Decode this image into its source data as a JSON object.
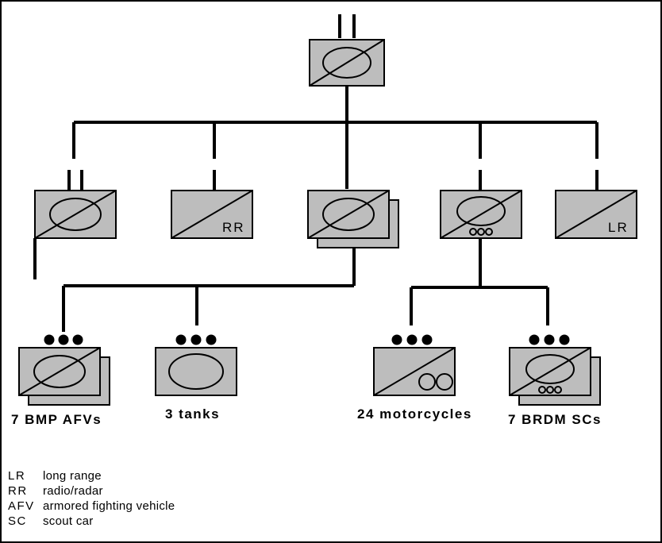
{
  "nodes": {
    "node_rr": {
      "label": "RR"
    },
    "node_lr": {
      "label": "LR"
    }
  },
  "units": {
    "bmp": "7 BMP AFVs",
    "tanks": "3 tanks",
    "motorcycles": "24 motorcycles",
    "brdm": "7 BRDM SCs"
  },
  "legend": [
    {
      "abbr": "LR",
      "desc": "long range"
    },
    {
      "abbr": "RR",
      "desc": "radio/radar"
    },
    {
      "abbr": "AFV",
      "desc": "armored fighting vehicle"
    },
    {
      "abbr": "SC",
      "desc": "scout car"
    }
  ],
  "colors": {
    "symbol_fill": "#bdbdbd",
    "line": "#000000"
  }
}
